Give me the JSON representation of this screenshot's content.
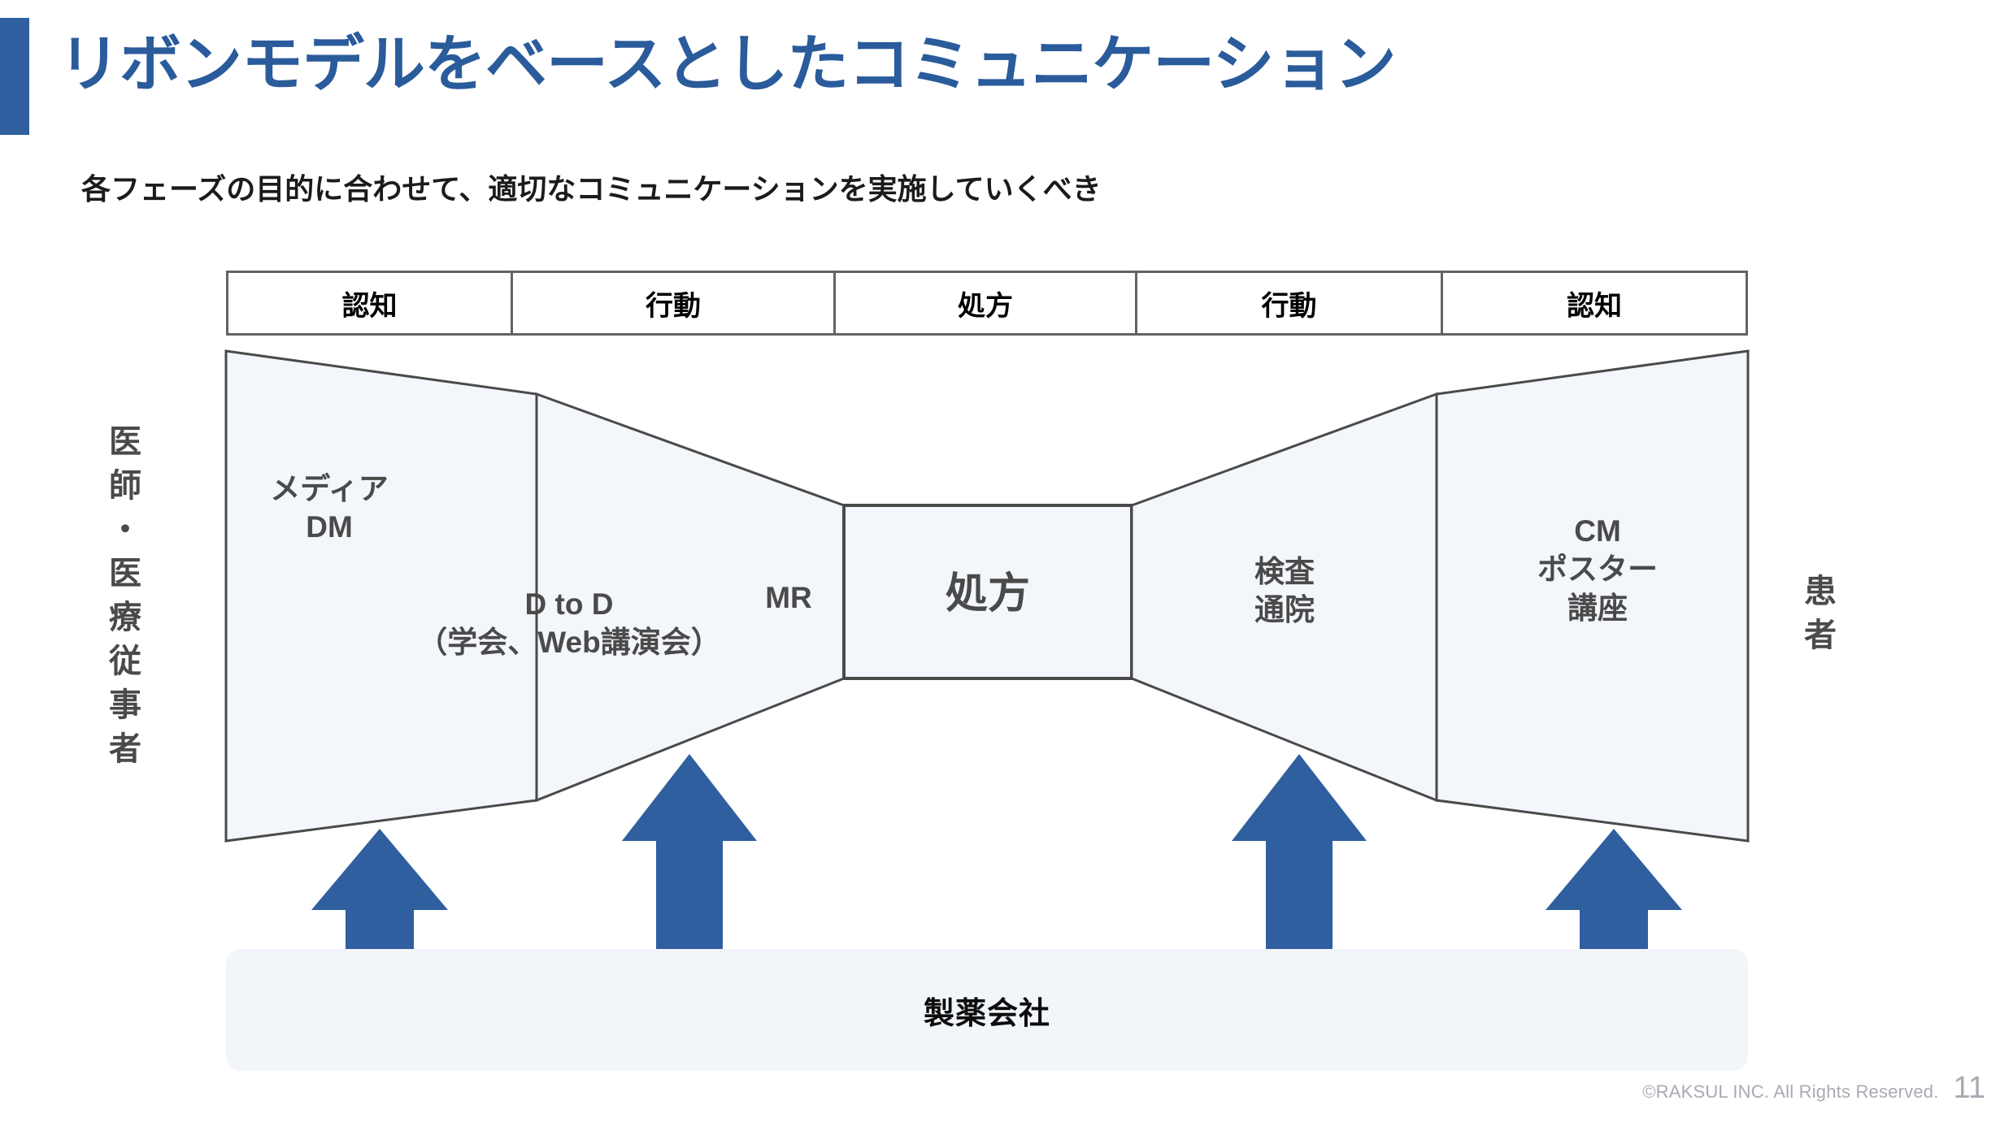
{
  "slide": {
    "title": "リボンモデルをベースとしたコミュニケーション",
    "subtitle": "各フェーズの目的に合わせて、適切なコミュニケーションを実施していくべき",
    "accent_color": "#2f5f9e",
    "title_color": "#2a5b9b"
  },
  "phase_header": {
    "cells": [
      {
        "label": "認知"
      },
      {
        "label": "行動"
      },
      {
        "label": "処方"
      },
      {
        "label": "行動"
      },
      {
        "label": "認知"
      }
    ]
  },
  "actors": {
    "left_label": "医師・医療従事者",
    "right_label": "患者"
  },
  "ribbon": {
    "fill_color": "#f3f6fb",
    "stroke_color": "#4a4a4a",
    "segments": [
      {
        "id": "media",
        "text": "メディア\nDM"
      },
      {
        "id": "d-to-d",
        "text": "D to D\n（学会、Web講演会）"
      },
      {
        "id": "mr",
        "text": "MR"
      },
      {
        "id": "rx",
        "text": "処方"
      },
      {
        "id": "exam",
        "text": "検査\n通院"
      },
      {
        "id": "cm",
        "text": "CM\nポスター\n講座"
      }
    ]
  },
  "arrows": {
    "color": "#2f5f9e",
    "count": 4,
    "items": [
      {
        "id": "arrow-1"
      },
      {
        "id": "arrow-2"
      },
      {
        "id": "arrow-3"
      },
      {
        "id": "arrow-4"
      }
    ]
  },
  "pharma": {
    "label": "製薬会社",
    "background": "#f2f5fa"
  },
  "footer": {
    "copyright": "©RAKSUL INC. All Rights Reserved.",
    "page_number": "11",
    "color": "#a9aab4"
  }
}
